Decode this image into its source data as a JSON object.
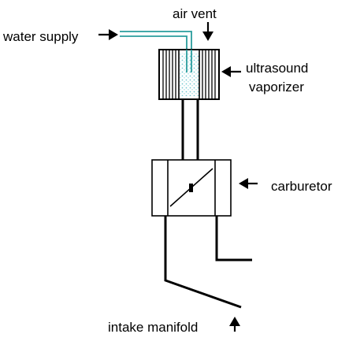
{
  "labels": {
    "water_supply": "water supply",
    "air_vent": "air vent",
    "ultrasound": "ultrasound",
    "vaporizer": "vaporizer",
    "carburetor": "carburetor",
    "intake_manifold": "intake manifold"
  },
  "colors": {
    "ink": "#000000",
    "water": "#2a9d9d",
    "mist": "#6fc7d0",
    "background": "#ffffff"
  }
}
